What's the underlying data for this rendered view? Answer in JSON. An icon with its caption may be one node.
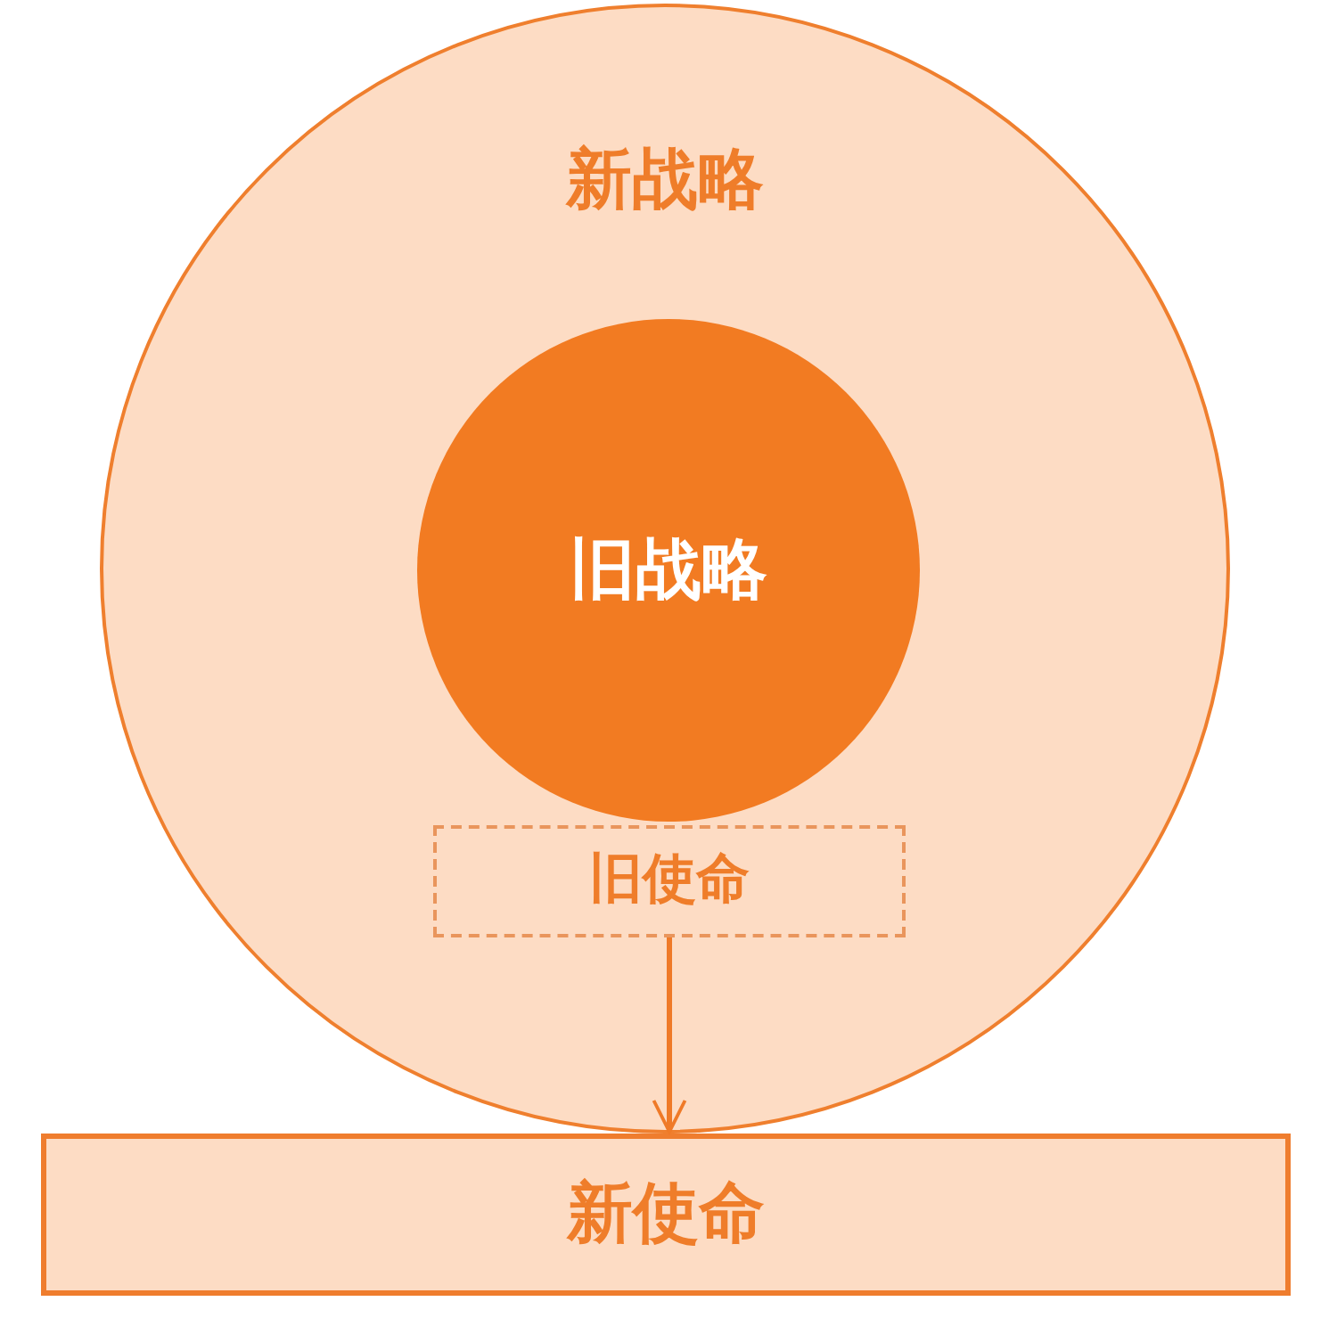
{
  "diagram": {
    "nodes": [
      {
        "text": [
          "新战略"
        ]
      },
      {
        "text": [
          "旧战略"
        ],
        "in": 0
      },
      {
        "text": [
          "旧使命"
        ],
        "in": 0
      },
      {
        "text": [
          "新使命"
        ]
      }
    ],
    "edges": [
      {
        "from": 2,
        "to": 3,
        "arrow": "to"
      }
    ]
  }
}
